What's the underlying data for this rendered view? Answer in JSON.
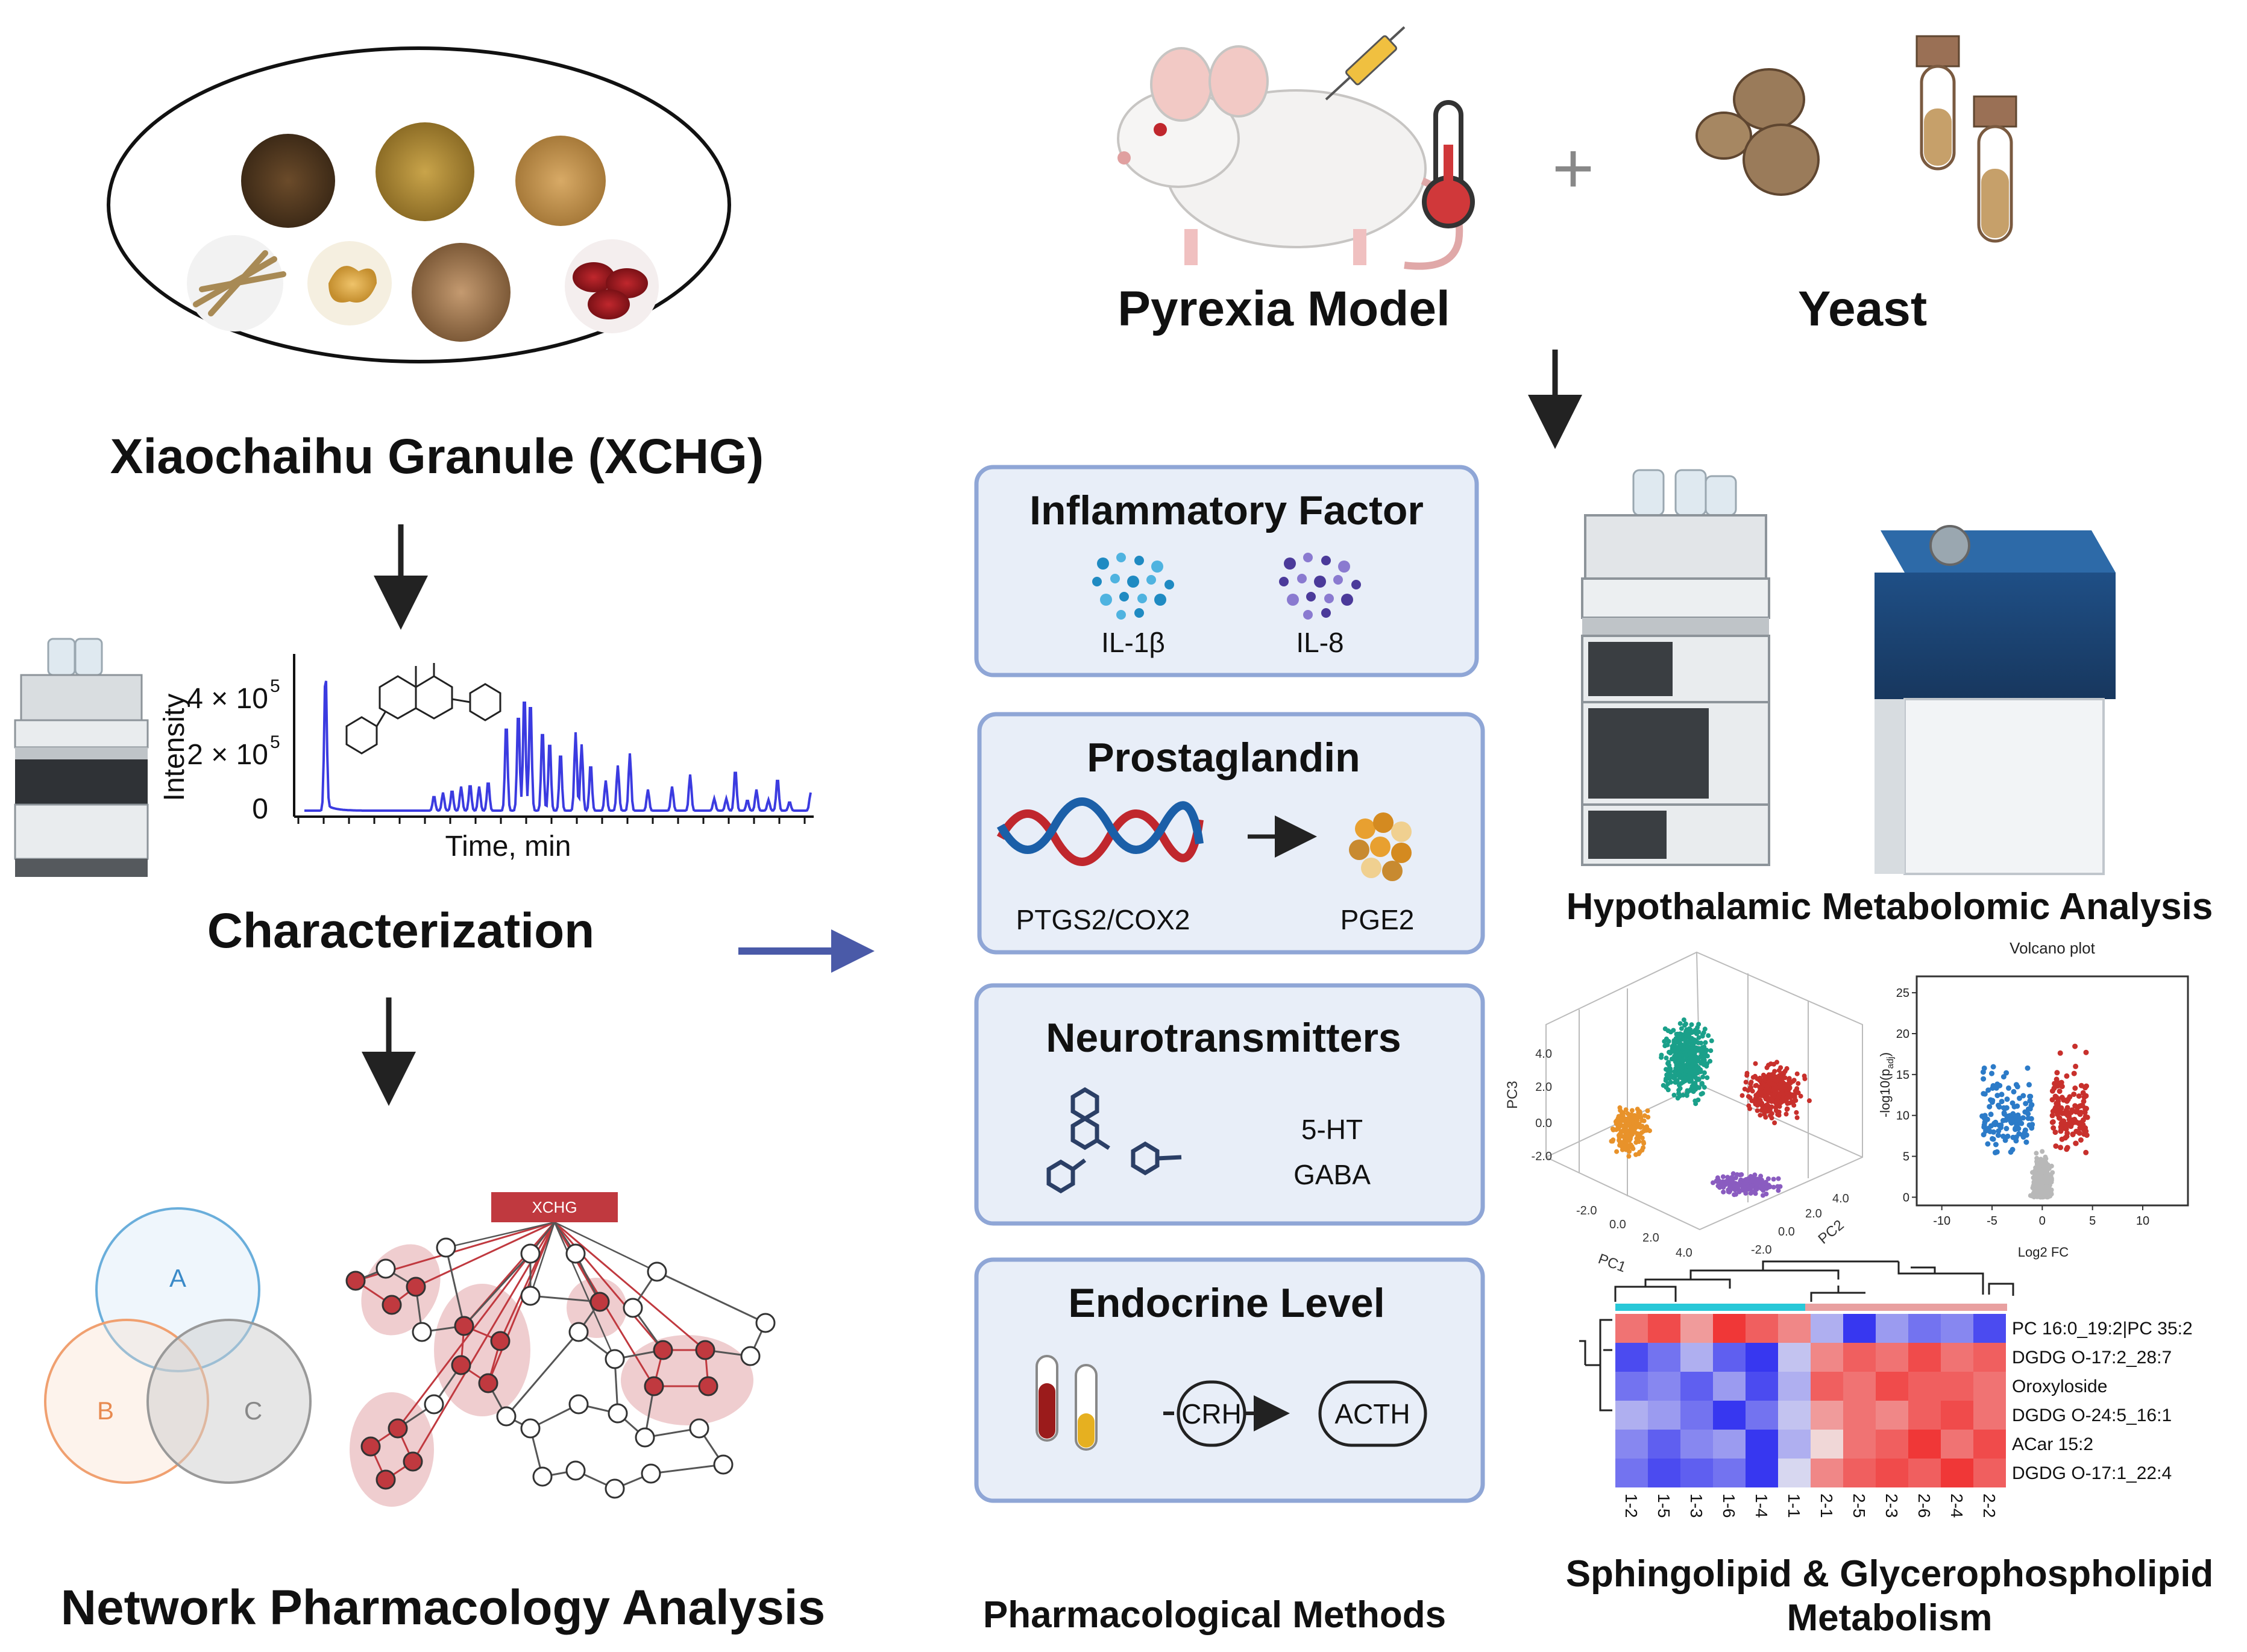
{
  "left": {
    "xchg_title": "Xiaochaihu Granule (XCHG)",
    "chromatogram": {
      "y_axis_label": "Intensity",
      "y_ticks": [
        "4 × 10",
        "2 × 10",
        "0"
      ],
      "y_tick_exp": "5",
      "x_axis_label": "Time, min"
    },
    "characterization_title": "Characterization",
    "venn_labels": [
      "A",
      "B",
      "C"
    ],
    "network_hub_label": "XCHG",
    "network_title": "Network Pharmacology Analysis"
  },
  "top": {
    "pyrexia_title": "Pyrexia Model",
    "plus_sign": "+",
    "yeast_title": "Yeast"
  },
  "middle": {
    "boxes": [
      {
        "title": "Inflammatory Factor",
        "labels": [
          "IL-1β",
          "IL-8"
        ]
      },
      {
        "title": "Prostaglandin",
        "labels": [
          "PTGS2/COX2",
          "PGE2"
        ]
      },
      {
        "title": "Neurotransmitters",
        "labels": [
          "5-HT",
          "GABA"
        ]
      },
      {
        "title": "Endocrine Level",
        "labels": [
          "CRH",
          "ACTH"
        ]
      }
    ],
    "methods_title": "Pharmacological Methods"
  },
  "right": {
    "metabolomic_title": "Hypothalamic Metabolomic Analysis",
    "pca": {
      "axis_labels": [
        "PC1",
        "PC2",
        "PC3"
      ],
      "pc3_ticks": [
        "4.0",
        "2.0",
        "0.0",
        "-2.0"
      ],
      "pc1_ticks": [
        "-2.0",
        "0.0",
        "2.0",
        "4.0"
      ],
      "pc2_ticks": [
        "-2.0",
        "0.0",
        "2.0",
        "4.0"
      ]
    },
    "volcano": {
      "title": "Volcano plot",
      "y_label": "-log10(p",
      "y_label_sub": "adj",
      "y_label_end": ")",
      "x_label": "Log2 FC",
      "y_ticks": [
        "25",
        "20",
        "15",
        "10",
        "5",
        "0"
      ],
      "x_ticks": [
        "-10",
        "-5",
        "0",
        "5",
        "10"
      ]
    },
    "heatmap": {
      "row_labels": [
        "PC 16:0_19:2|PC 35:2",
        "DGDG O-17:2_28:7",
        "Oroxyloside",
        "DGDG O-24:5_16:1",
        "ACar 15:2",
        "DGDG O-17:1_22:4"
      ],
      "col_labels": [
        "1-2",
        "1-5",
        "1-3",
        "1-6",
        "1-4",
        "1-1",
        "2-1",
        "2-5",
        "2-3",
        "2-6",
        "2-4",
        "2-2"
      ]
    },
    "metabolism_title_1": "Sphingolipid & Glycerophospholipid",
    "metabolism_title_2": "Metabolism"
  },
  "colors": {
    "box_fill": "#e8eef8",
    "box_stroke": "#8fa6d6",
    "arrow_blue": "#4a5aa8",
    "chromatogram_line": "#3b3be0",
    "network_red": "#c0393f",
    "pca_teal": "#1aa08a",
    "pca_red": "#c8302c",
    "pca_orange": "#e8922a",
    "pca_purple": "#8a5cc0",
    "volcano_blue": "#2c7bc8",
    "volcano_red": "#c8302c",
    "heatmap_blue": "#2a2ae0",
    "heatmap_red": "#f03030"
  },
  "icons": [
    "herb-bowl-icon",
    "hplc-instrument-icon",
    "flavonoid-structure-icon",
    "mouse-icon",
    "syringe-icon",
    "thermometer-icon",
    "yeast-cell-icon",
    "culture-tube-icon",
    "cytokine-cluster-icon",
    "dna-helix-icon",
    "molecule-cluster-icon",
    "blood-tube-icon",
    "mass-spectrometer-icon"
  ]
}
